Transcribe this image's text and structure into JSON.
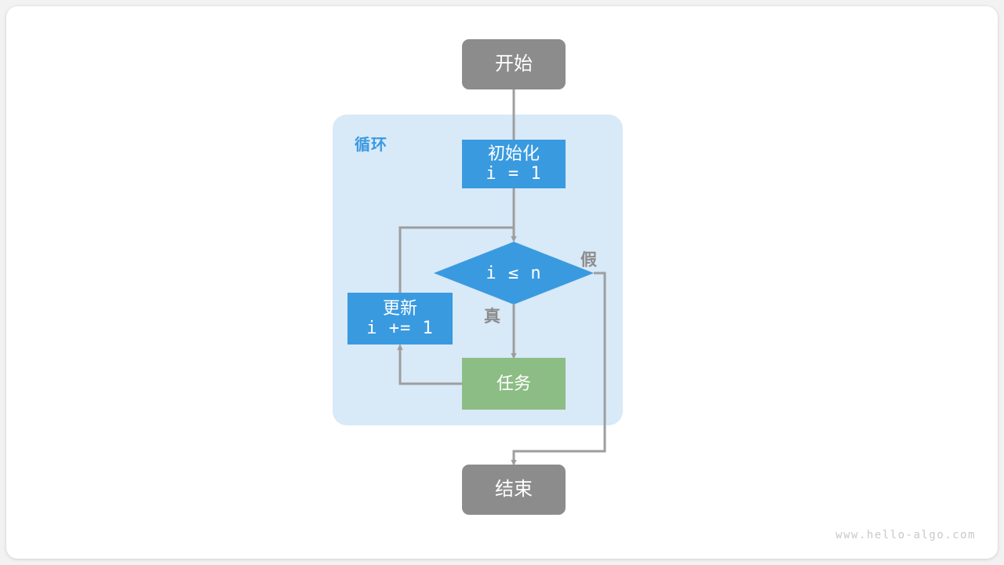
{
  "diagram": {
    "title": "for-loop-flowchart",
    "watermark": "www.hello-algo.com",
    "colors": {
      "terminal": "#8c8c8c",
      "process_blue": "#3a9ae0",
      "process_green": "#8cbd84",
      "loop_background": "#d8e9f8",
      "arrow": "#9e9e9e",
      "label_text": "#8c8c8c",
      "loop_label_text": "#3a9ae0",
      "card_background": "#ffffff",
      "page_background": "#f2f2f2"
    },
    "nodes": {
      "start": {
        "label": "开始",
        "shape": "rounded-rectangle"
      },
      "loop_region": {
        "label": "循环",
        "shape": "rounded-container"
      },
      "init": {
        "line1": "初始化",
        "line2": "i = 1",
        "shape": "rectangle"
      },
      "condition": {
        "label": "i ≤ n",
        "shape": "diamond"
      },
      "update": {
        "line1": "更新",
        "line2": "i += 1",
        "shape": "rectangle"
      },
      "task": {
        "label": "任务",
        "shape": "rectangle"
      },
      "end": {
        "label": "结束",
        "shape": "rounded-rectangle"
      }
    },
    "edge_labels": {
      "true_branch": "真",
      "false_branch": "假"
    }
  }
}
